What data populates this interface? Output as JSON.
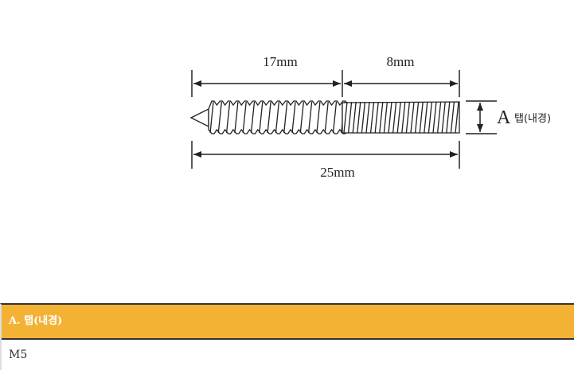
{
  "diagram": {
    "dim_threaded": "17mm",
    "dim_tap": "8mm",
    "dim_total": "25mm",
    "label_a": "A",
    "label_tap": "탭(내경)"
  },
  "table": {
    "header": "A. 탭(내경)",
    "value": "M5",
    "header_color": "#f3b234"
  }
}
